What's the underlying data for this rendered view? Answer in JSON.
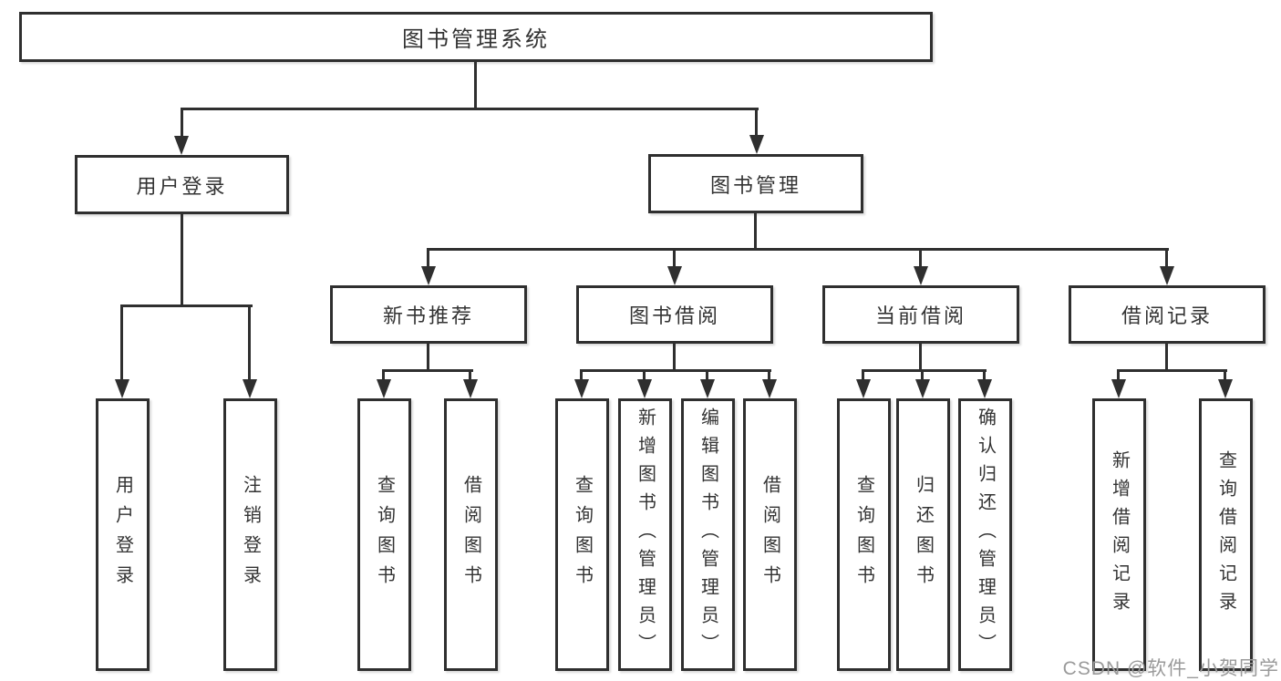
{
  "colors": {
    "line": "#2f2f2f",
    "text": "#333333",
    "watermark": "#9a9a9a",
    "background": "#ffffff"
  },
  "watermark": {
    "text": "CSDN @软件_小贺同学"
  },
  "tree": {
    "label": "图书管理系统",
    "children": [
      {
        "label": "用户登录",
        "children": [
          {
            "label": "用户登录"
          },
          {
            "label": "注销登录"
          }
        ]
      },
      {
        "label": "图书管理",
        "children": [
          {
            "label": "新书推荐",
            "children": [
              {
                "label": "查询图书"
              },
              {
                "label": "借阅图书"
              }
            ]
          },
          {
            "label": "图书借阅",
            "children": [
              {
                "label": "查询图书"
              },
              {
                "label": "新增图书（管理员）"
              },
              {
                "label": "编辑图书（管理员）"
              },
              {
                "label": "借阅图书"
              }
            ]
          },
          {
            "label": "当前借阅",
            "children": [
              {
                "label": "查询图书"
              },
              {
                "label": "归还图书"
              },
              {
                "label": "确认归还（管理员）"
              }
            ]
          },
          {
            "label": "借阅记录",
            "children": [
              {
                "label": "新增借阅记录"
              },
              {
                "label": "查询借阅记录"
              }
            ]
          }
        ]
      }
    ]
  }
}
